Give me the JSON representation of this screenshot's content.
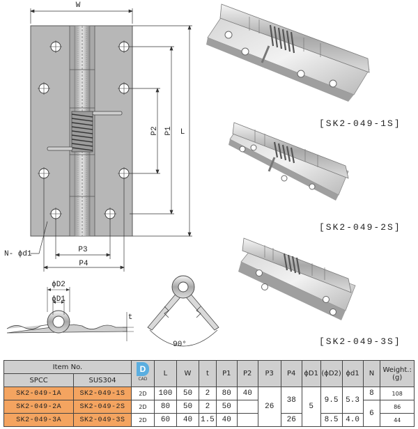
{
  "drawing": {
    "W": "W",
    "L": "L",
    "P1": "P1",
    "P2": "P2",
    "P3": "P3",
    "P4": "P4",
    "Nd1": "N- ϕd1",
    "D2": "ϕD2",
    "D1": "ϕD1",
    "t": "t",
    "angle": "90°"
  },
  "models": [
    {
      "label": "[SK2-049-1S]"
    },
    {
      "label": "[SK2-049-2S]"
    },
    {
      "label": "[SK2-049-3S]"
    }
  ],
  "table": {
    "item_no": "Item No.",
    "spcc": "SPCC",
    "sus": "SUS304",
    "cad_letter": "D",
    "cad_text": "CAD",
    "cols": [
      "L",
      "W",
      "t",
      "P1",
      "P2",
      "P3",
      "P4",
      "ϕD1",
      "(ϕD2)",
      "ϕd1",
      "N",
      "Weight.:(g)"
    ],
    "rows": [
      {
        "spcc": "SK2-049-1A",
        "sus": "SK2-049-1S",
        "cad": "2D",
        "L": "100",
        "W": "50",
        "t": "2",
        "P1": "80",
        "P2": "40",
        "weight": "108"
      },
      {
        "spcc": "SK2-049-2A",
        "sus": "SK2-049-2S",
        "cad": "2D",
        "L": "80",
        "W": "50",
        "t": "2",
        "P1": "50",
        "P2": "",
        "weight": "86"
      },
      {
        "spcc": "SK2-049-3A",
        "sus": "SK2-049-3S",
        "cad": "2D",
        "L": "60",
        "W": "40",
        "t": "1.5",
        "P1": "40",
        "P2": "",
        "weight": "44"
      }
    ],
    "merged": {
      "P3": "26",
      "P4_top": "38",
      "P4_bottom": "26",
      "D1": "5",
      "D2_top": "9.5",
      "D2_bottom": "8.5",
      "d1_top": "5.3",
      "d1_bottom": "4.0",
      "N_top": "8",
      "N_bottom": "6"
    }
  }
}
